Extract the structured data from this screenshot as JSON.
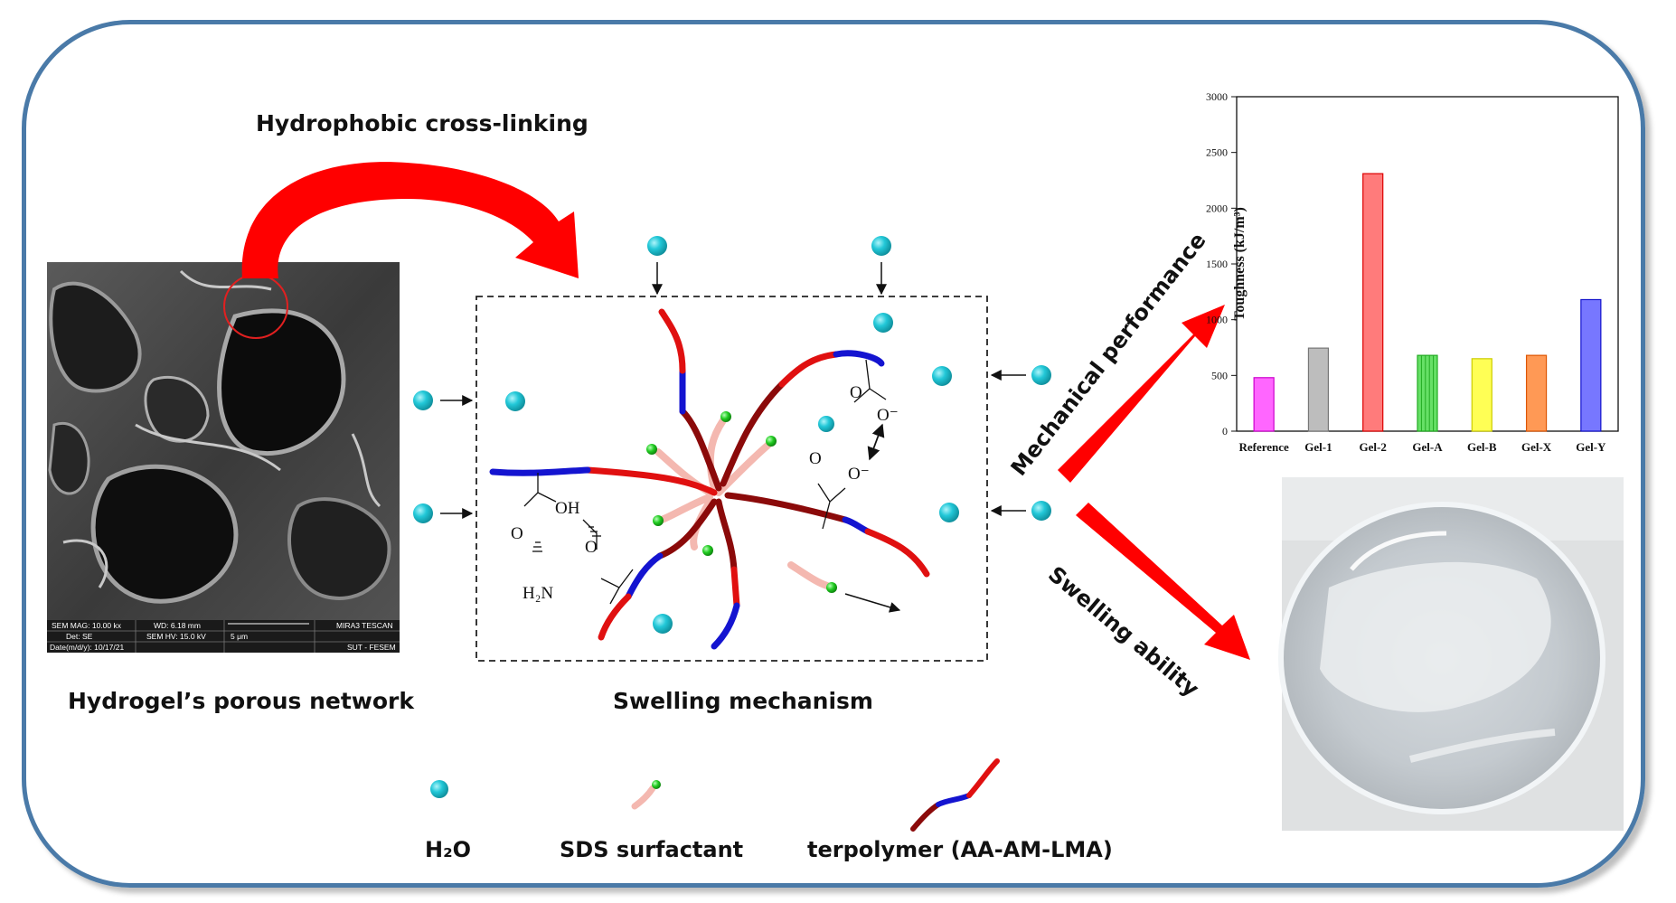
{
  "titles": {
    "crosslink": "Hydrophobic cross-linking",
    "porous": "Hydrogel’s porous network",
    "mechanism": "Swelling mechanism",
    "mechanical": "Mechanical performance",
    "swelling": "Swelling ability"
  },
  "sem": {
    "mag": "SEM MAG: 10.00 kx",
    "wd": "WD: 6.18 mm",
    "det": "Det: SE",
    "hv": "SEM HV: 15.0 kV",
    "scale": "5 μm",
    "date": "Date(m/d/y): 10/17/21",
    "brand": "MIRA3 TESCAN",
    "lab": "SUT - FESEM"
  },
  "chem": {
    "o1": "O",
    "oh": "OH",
    "o2": "O",
    "h2n": "H₂N",
    "o3": "O",
    "o4": "O",
    "o5": "O⁻",
    "o6": "O⁻"
  },
  "legend": {
    "water": "H₂O",
    "sds": "SDS surfactant",
    "terpolymer": "terpolymer (AA-AM-LMA)"
  },
  "colors": {
    "frame": "#4a7aa8",
    "arrow": "#ff0000",
    "water": "#22c8d8",
    "surfactant_head": "#22cc22",
    "surfactant_tail": "#f4b8b0",
    "aa": "#e01010",
    "am": "#8b0a0a",
    "lma": "#1414d0"
  },
  "chart_data": {
    "type": "bar",
    "categories": [
      "Reference",
      "Gel-1",
      "Gel-2",
      "Gel-A",
      "Gel-B",
      "Gel-X",
      "Gel-Y"
    ],
    "values": [
      480,
      745,
      2310,
      680,
      650,
      680,
      1180
    ],
    "bar_colors": [
      "#ff66ff",
      "#bdbdbd",
      "#ff7b7b",
      "#66e066",
      "#ffff55",
      "#ff9955",
      "#7777ff"
    ],
    "bar_edges": [
      "#cc00cc",
      "#777777",
      "#dd0000",
      "#22aa22",
      "#cccc00",
      "#dd5500",
      "#1111cc"
    ],
    "ylabel": "Toughness (kJ/m³)",
    "ylim": [
      0,
      3000
    ],
    "yticks": [
      0,
      500,
      1000,
      1500,
      2000,
      2500,
      3000
    ]
  }
}
